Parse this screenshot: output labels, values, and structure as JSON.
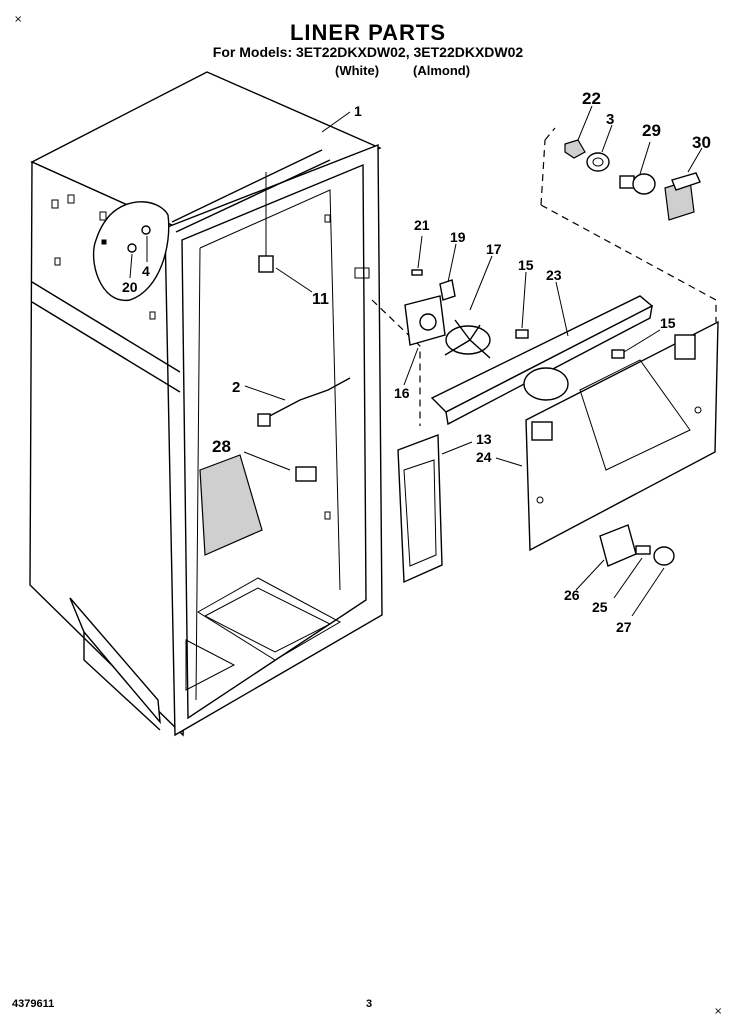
{
  "header": {
    "title": "LINER PARTS",
    "models_line": "For Models: 3ET22DKXDW02, 3ET22DKXDW02",
    "color_white": "(White)",
    "color_almond": "(Almond)"
  },
  "callouts": [
    "1",
    "2",
    "3",
    "4",
    "11",
    "13",
    "15",
    "15",
    "16",
    "17",
    "19",
    "20",
    "21",
    "22",
    "23",
    "24",
    "25",
    "26",
    "27",
    "28",
    "29",
    "30"
  ],
  "footer": {
    "part_number": "4379611",
    "page": "3"
  },
  "marks": {
    "top_left": "×",
    "bottom_right": "×"
  }
}
